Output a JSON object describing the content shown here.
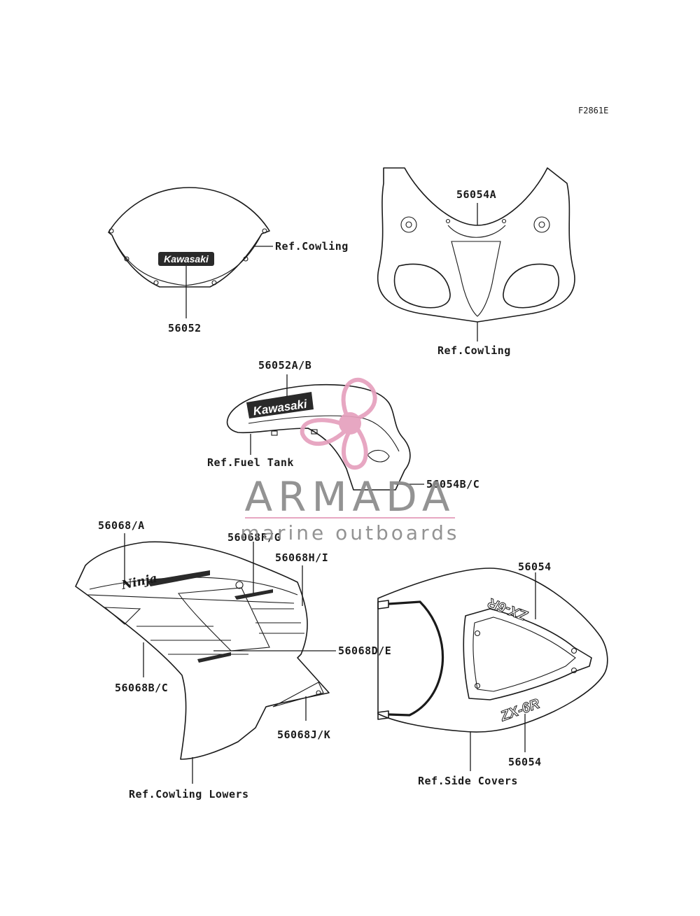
{
  "figure_code": "F2861E",
  "labels": {
    "windshield_part": "56052",
    "windshield_ref": "Ref.Cowling",
    "upper_cowl_part": "56054A",
    "upper_cowl_ref": "Ref.Cowling",
    "tank_part": "56052A/B",
    "tank_ref": "Ref.Fuel Tank",
    "tank_side_part": "56054B/C",
    "lower_a": "56068/A",
    "lower_fg": "56068F/G",
    "lower_hi": "56068H/I",
    "lower_de": "56068D/E",
    "lower_bc": "56068B/C",
    "lower_jk": "56068J/K",
    "lower_ref": "Ref.Cowling Lowers",
    "seat_top": "56054",
    "seat_bottom": "56054",
    "seat_ref": "Ref.Side Covers"
  },
  "decals": {
    "kawasaki_small": "Kawasaki",
    "kawasaki_tank": "Kawasaki",
    "ninja": "Ninja",
    "zx6r_upper": "ZX-6R",
    "zx6r_lower": "ZX-6R"
  },
  "watermark": {
    "name": "ARMADA",
    "tagline": "marine outboards",
    "color_gray": "#8a8a8a",
    "color_pink": "#e6a0bd"
  }
}
